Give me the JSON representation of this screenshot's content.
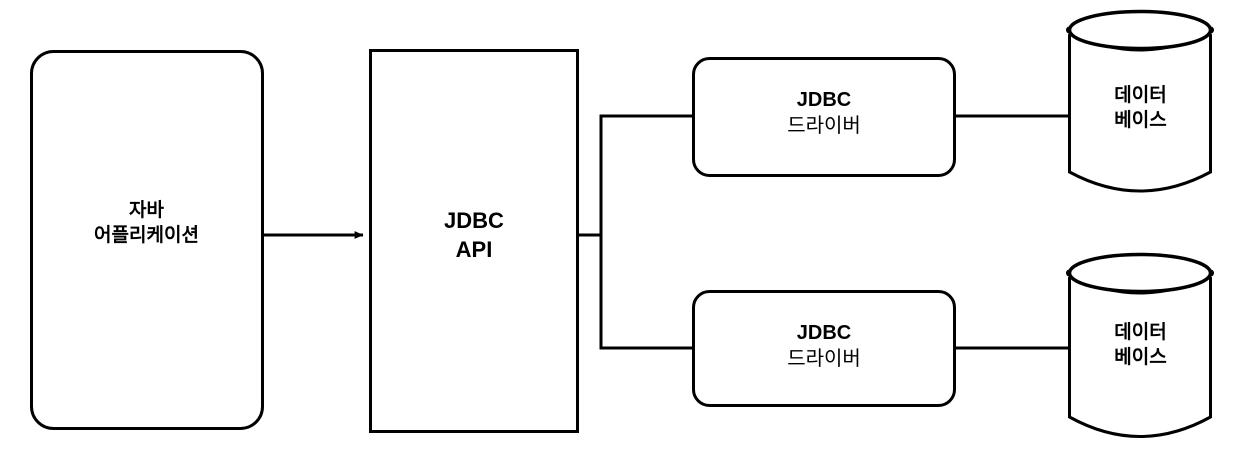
{
  "diagram": {
    "type": "architecture-flow",
    "background_color": "#ffffff",
    "stroke_color": "#000000",
    "nodes": [
      {
        "id": "java-application",
        "shape": "rounded-rectangle",
        "label_lines": [
          "자바",
          "어플리케이션"
        ],
        "line1": "자바",
        "line2": "어플리케이션",
        "weight": "bold"
      },
      {
        "id": "jdbc-api",
        "shape": "rectangle",
        "label_lines": [
          "JDBC",
          "API"
        ],
        "line1": "JDBC",
        "line2": "API",
        "weight": "bold"
      },
      {
        "id": "jdbc-driver-top",
        "shape": "rounded-rectangle",
        "label_lines": [
          "JDBC",
          "드라이버"
        ],
        "line1": "JDBC",
        "line2": "드라이버",
        "weight": "mixed"
      },
      {
        "id": "jdbc-driver-bottom",
        "shape": "rounded-rectangle",
        "label_lines": [
          "JDBC",
          "드라이버"
        ],
        "line1": "JDBC",
        "line2": "드라이버",
        "weight": "mixed"
      },
      {
        "id": "database-top",
        "shape": "cylinder",
        "label_lines": [
          "데이터",
          "베이스"
        ],
        "line1": "데이터",
        "line2": "베이스",
        "weight": "bold"
      },
      {
        "id": "database-bottom",
        "shape": "cylinder",
        "label_lines": [
          "데이터",
          "베이스"
        ],
        "line1": "데이터",
        "line2": "베이스",
        "weight": "bold"
      }
    ],
    "edges": [
      {
        "id": "edge-app-to-api",
        "from": "java-application",
        "to": "jdbc-api",
        "style": "arrow",
        "label": ""
      },
      {
        "id": "edge-api-to-driver-top",
        "from": "jdbc-api",
        "to": "jdbc-driver-top",
        "style": "orthogonal-branch",
        "label": ""
      },
      {
        "id": "edge-api-to-driver-bottom",
        "from": "jdbc-api",
        "to": "jdbc-driver-bottom",
        "style": "orthogonal-branch",
        "label": ""
      },
      {
        "id": "edge-driver-top-to-db-top",
        "from": "jdbc-driver-top",
        "to": "database-top",
        "style": "line",
        "label": ""
      },
      {
        "id": "edge-driver-bottom-to-db-bottom",
        "from": "jdbc-driver-bottom",
        "to": "database-bottom",
        "style": "line",
        "label": ""
      }
    ]
  }
}
